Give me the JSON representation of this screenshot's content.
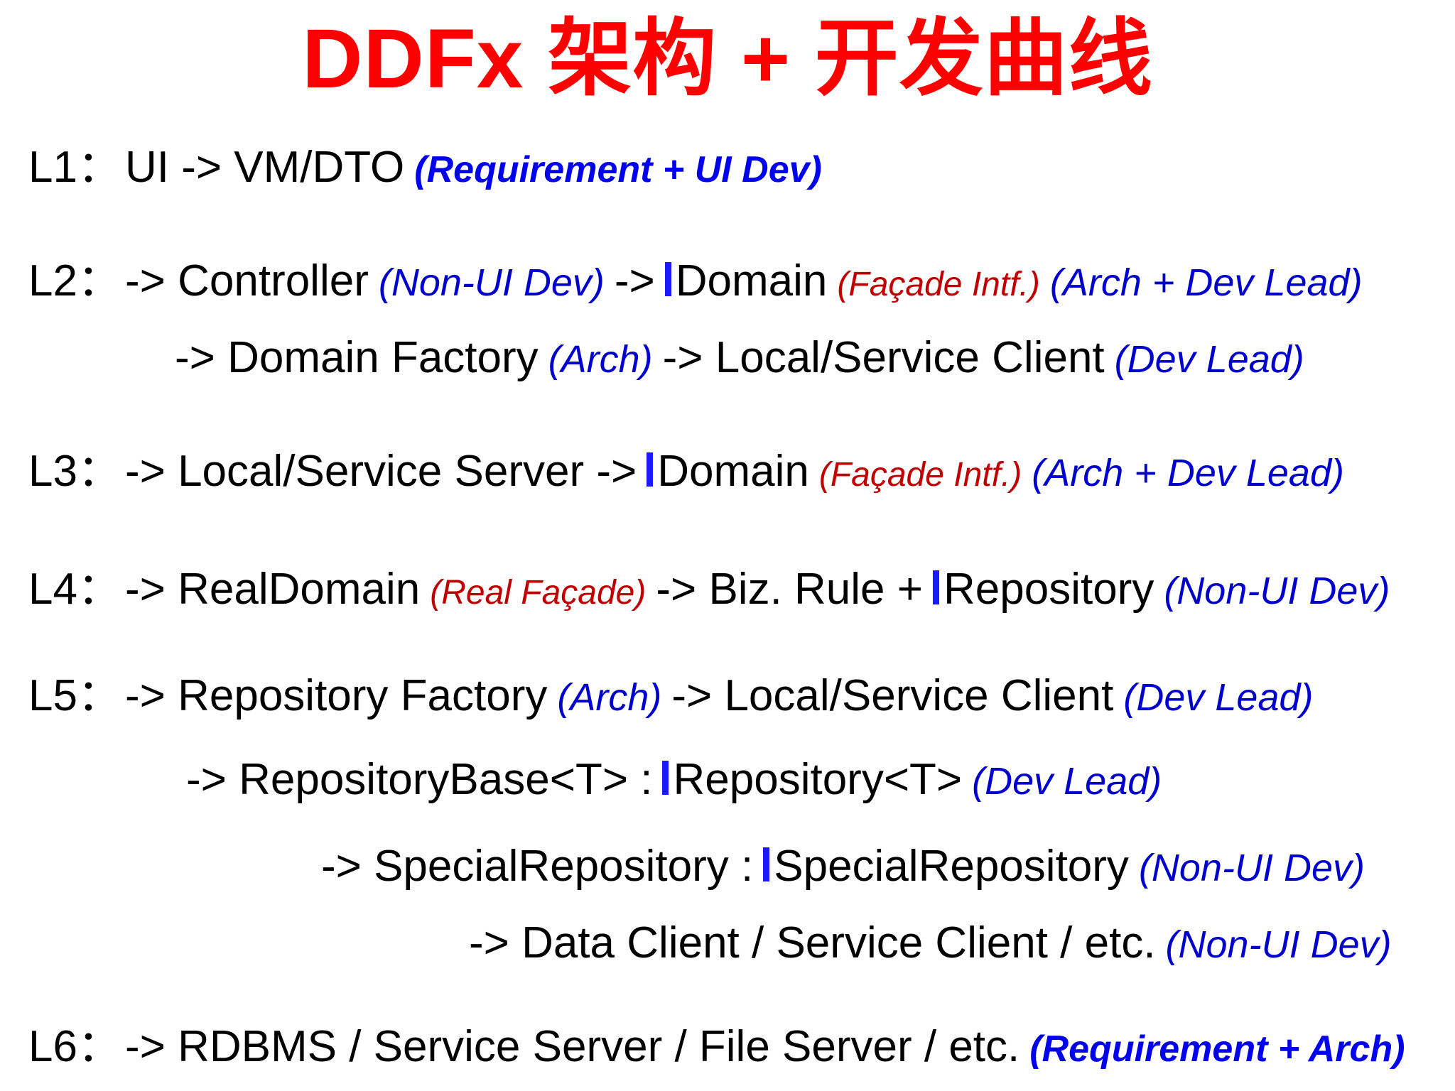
{
  "title": "DDFx 架构 + 开发曲线",
  "colors": {
    "title": "#ff0000",
    "role_blue": "#0000cc",
    "facade_red": "#c00000",
    "interface_bar": "#1a1aff"
  },
  "lines": {
    "l1": {
      "level": "L1：",
      "main": "UI -> VM/DTO",
      "role": "(Requirement + UI Dev)"
    },
    "l2a": {
      "level": "L2：",
      "part1": "-> Controller",
      "role1": "(Non-UI Dev)",
      "part2": "->",
      "iface": "Domain",
      "note": "(Façade Intf.)",
      "role2": "(Arch + Dev Lead)"
    },
    "l2b": {
      "part1": "-> Domain Factory",
      "role1": "(Arch)",
      "part2": "-> Local/Service Client",
      "role2": "(Dev Lead)"
    },
    "l3": {
      "level": "L3：",
      "part1": "-> Local/Service Server ->",
      "iface": "Domain",
      "note": "(Façade Intf.)",
      "role": "(Arch + Dev Lead)"
    },
    "l4": {
      "level": "L4：",
      "part1": "-> RealDomain",
      "note": "(Real Façade)",
      "part2": "-> Biz. Rule +",
      "iface": "Repository",
      "role": "(Non-UI Dev)"
    },
    "l5a": {
      "level": "L5：",
      "part1": "-> Repository Factory",
      "role1": "(Arch)",
      "part2": "-> Local/Service Client",
      "role2": "(Dev Lead)"
    },
    "l5b": {
      "part1": "-> RepositoryBase<T> :",
      "iface": "Repository<T>",
      "role": "(Dev Lead)"
    },
    "l5c": {
      "part1": "-> SpecialRepository :",
      "iface": "SpecialRepository",
      "role": "(Non-UI Dev)"
    },
    "l5d": {
      "part1": "-> Data Client / Service Client / etc.",
      "role": "(Non-UI Dev)"
    },
    "l6": {
      "level": "L6：",
      "main": "-> RDBMS / Service Server / File Server / etc.",
      "role": "(Requirement + Arch)"
    }
  }
}
